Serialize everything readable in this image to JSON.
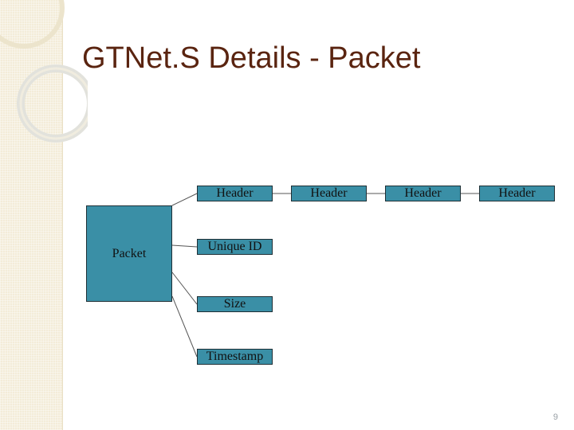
{
  "slide": {
    "title": "GTNet.S Details - Packet",
    "page_number": "9"
  },
  "diagram": {
    "root": "Packet",
    "headers": [
      "Header",
      "Header",
      "Header",
      "Header"
    ],
    "fields": [
      "Unique ID",
      "Size",
      "Timestamp"
    ]
  },
  "colors": {
    "node_fill": "#3a8fa6",
    "title_text": "#5a2410",
    "sidebar_bg": "#f3ecd8"
  }
}
